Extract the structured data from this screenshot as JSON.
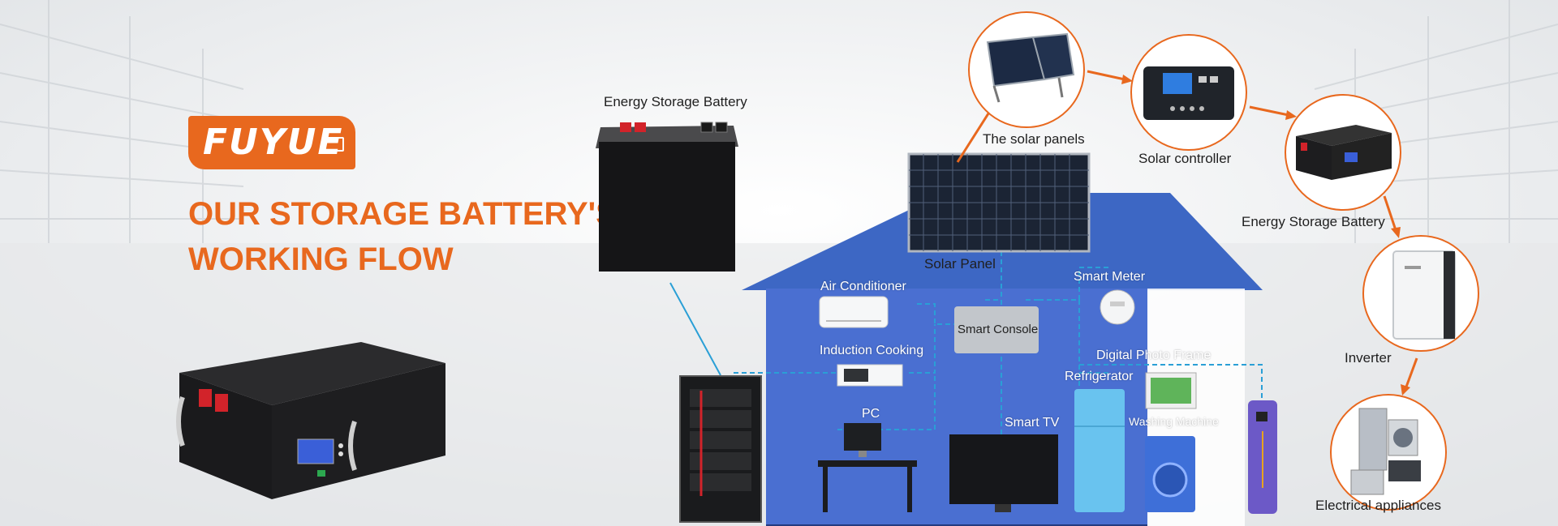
{
  "brand": {
    "logo_text": "FUYUE"
  },
  "headline": {
    "line1": "OUR STORAGE BATTERY'S",
    "line2": "WORKING FLOW"
  },
  "colors": {
    "accent": "#e8681e",
    "house_wall": "#4a6fd1",
    "cable": "#2a9fd6",
    "roof": "#3d67c4"
  },
  "diagram": {
    "top_battery_label": "Energy Storage Battery",
    "flow": [
      {
        "label": "The solar panels",
        "icon": "solar-panels-icon"
      },
      {
        "label": "Solar controller",
        "icon": "solar-controller-icon"
      },
      {
        "label": "Energy Storage Battery",
        "icon": "battery-module-icon"
      },
      {
        "label": "Inverter",
        "icon": "inverter-icon"
      },
      {
        "label": "Electrical appliances",
        "icon": "appliances-icon"
      }
    ],
    "house": {
      "solar_panel": "Solar Panel",
      "air_conditioner": "Air Conditioner",
      "induction_cooking": "Induction Cooking",
      "pc": "PC",
      "smart_console": "Smart Console",
      "smart_meter": "Smart Meter",
      "smart_tv": "Smart TV",
      "digital_photo_frame": "Digital Photo Frame",
      "refrigerator": "Refrigerator",
      "washing_machine": "Washing Machine"
    }
  }
}
